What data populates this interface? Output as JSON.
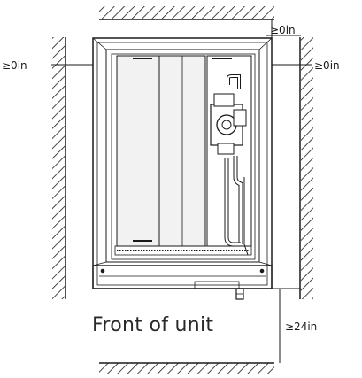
{
  "labels": {
    "top_clearance": "≥0in",
    "left_clearance": "≥0in",
    "right_clearance": "≥0in",
    "front_clearance": "≥24in",
    "front_of_unit": "Front of unit"
  },
  "colors": {
    "line": "#1a1a1a",
    "panel_fill": "#ffffff",
    "inner_fill": "#f2f2f2"
  }
}
